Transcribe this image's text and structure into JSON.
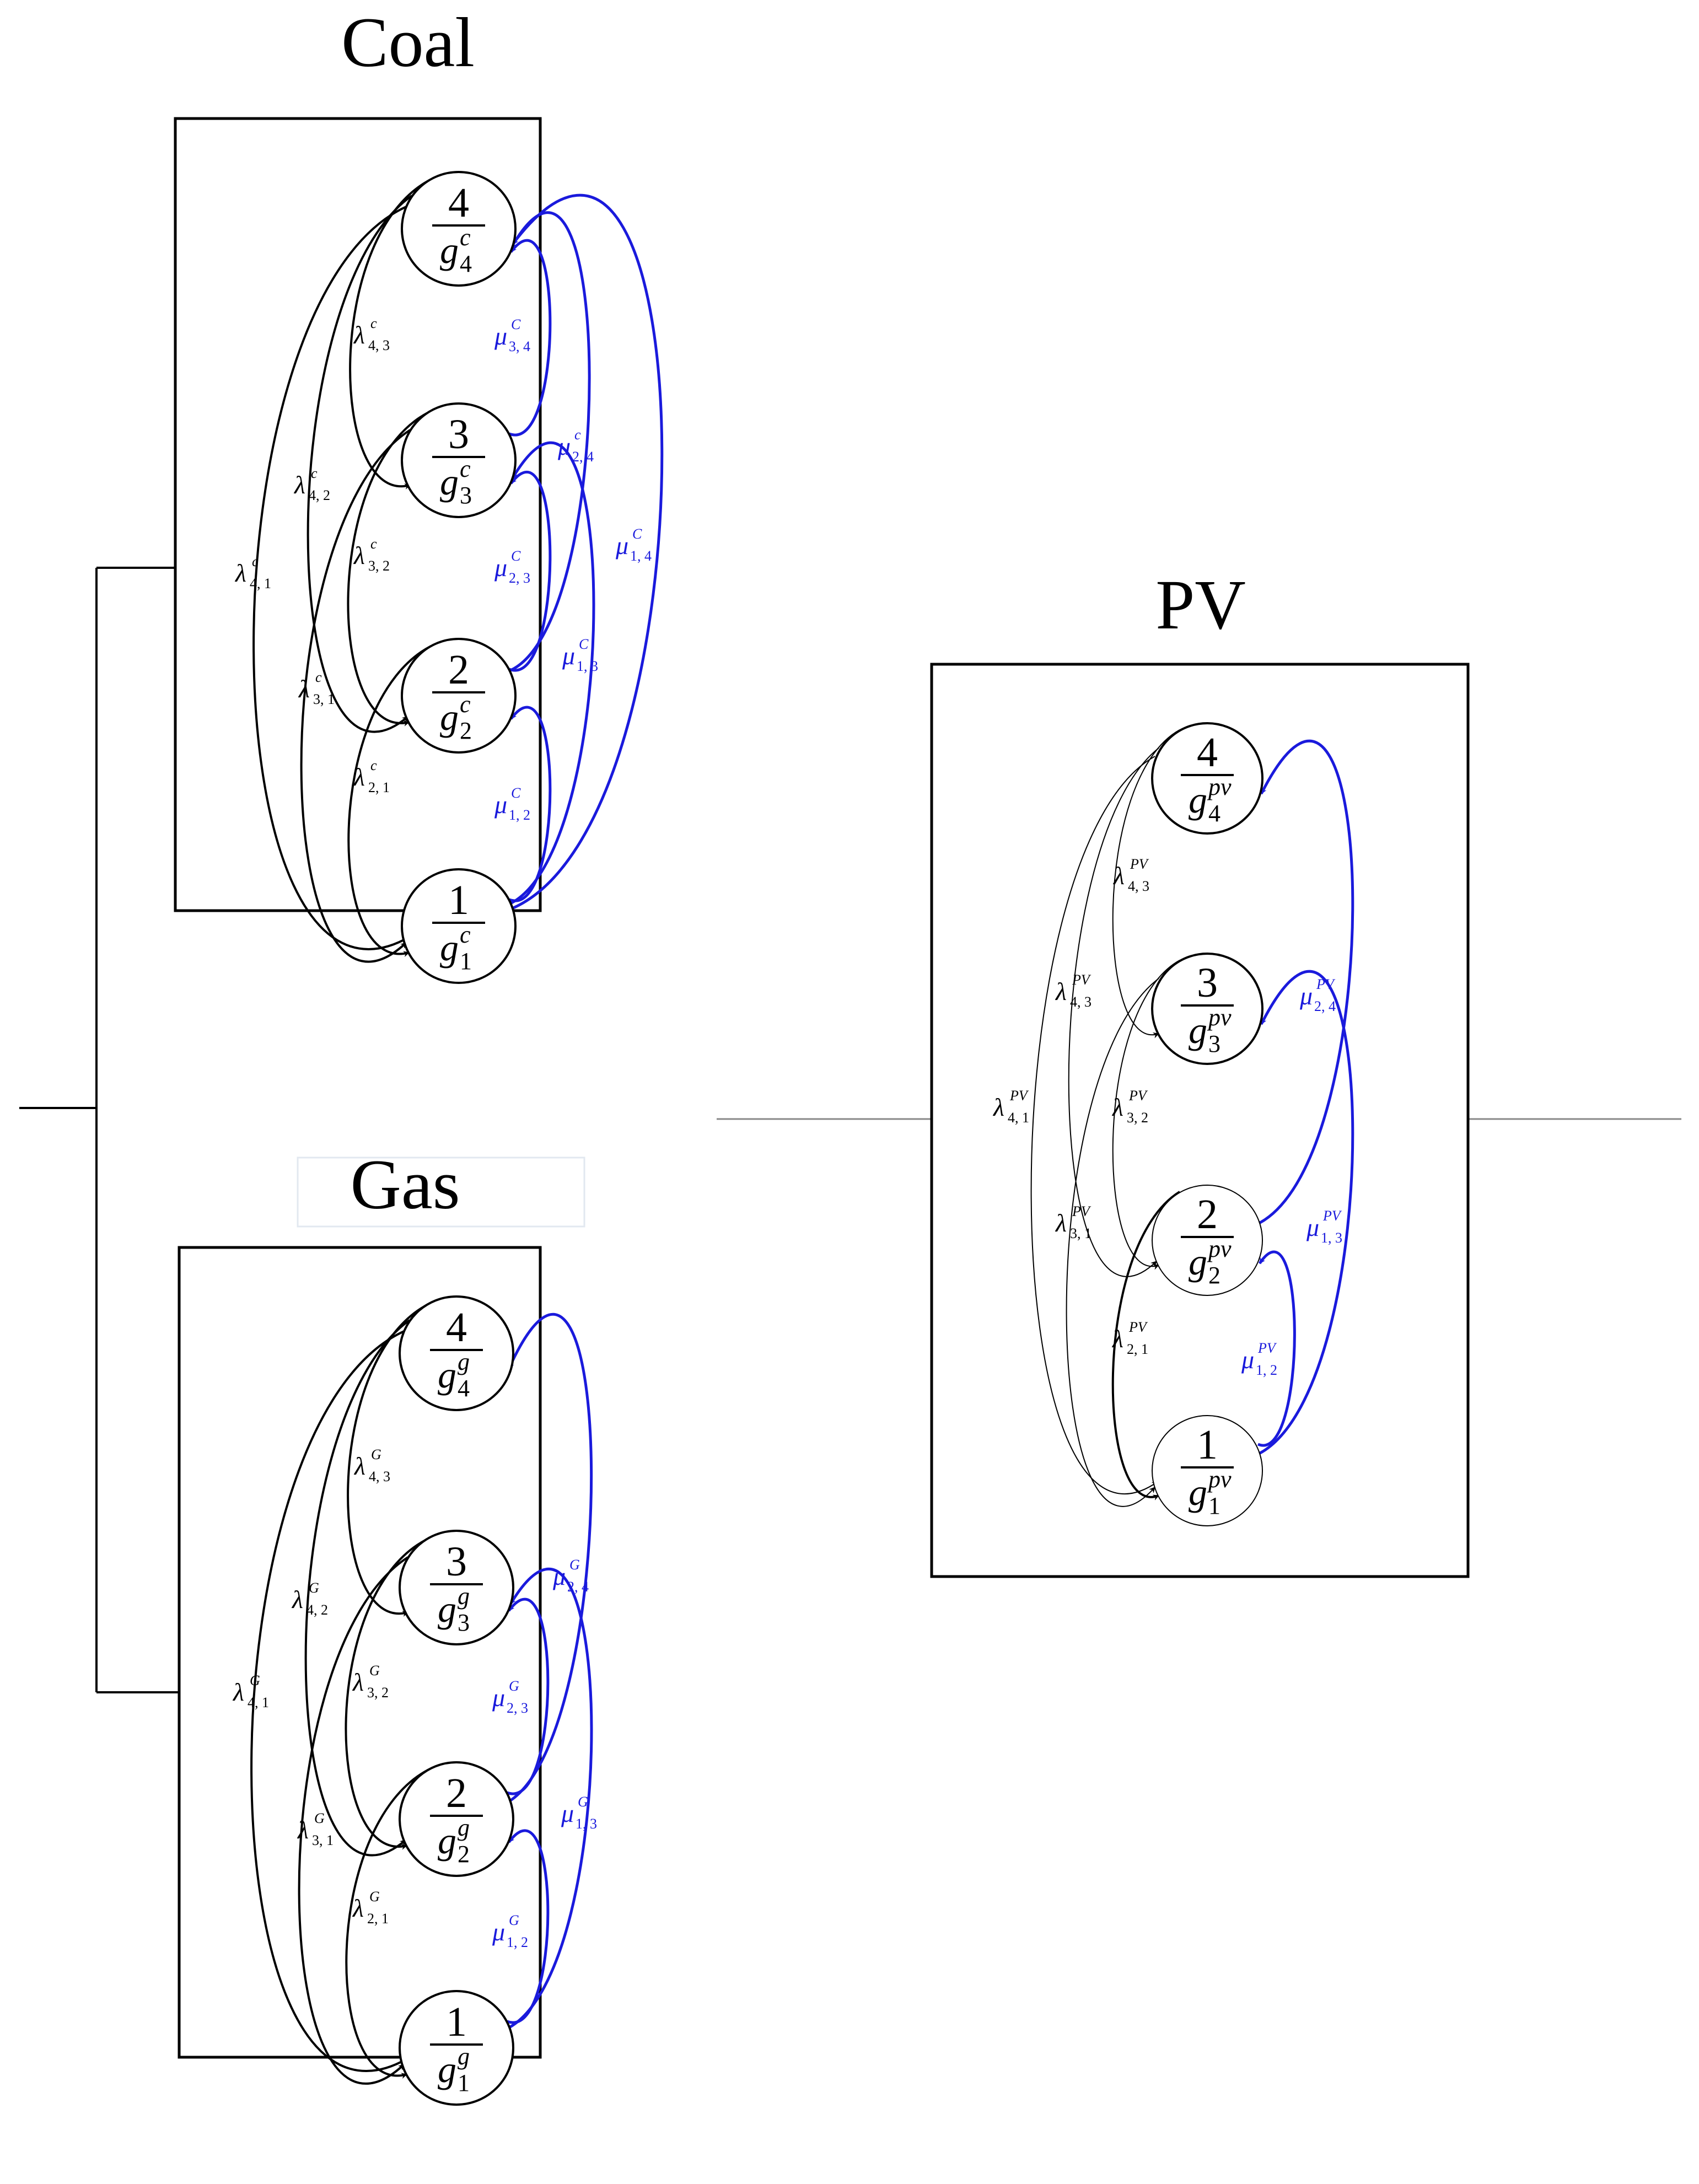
{
  "panels": [
    {
      "id": "coal",
      "title": "Coal",
      "state_symbol": "g",
      "state_superscript": "c",
      "states": [
        {
          "num": "4",
          "sub": "4"
        },
        {
          "num": "3",
          "sub": "3"
        },
        {
          "num": "2",
          "sub": "2"
        },
        {
          "num": "1",
          "sub": "1"
        }
      ],
      "failure_transitions": [
        {
          "from": 4,
          "to": 3,
          "sym": "λ",
          "sup": "c",
          "sub": "4, 3"
        },
        {
          "from": 4,
          "to": 2,
          "sym": "λ",
          "sup": "c",
          "sub": "4, 2"
        },
        {
          "from": 4,
          "to": 1,
          "sym": "λ",
          "sup": "c",
          "sub": "4, 1"
        },
        {
          "from": 3,
          "to": 2,
          "sym": "λ",
          "sup": "c",
          "sub": "3, 2"
        },
        {
          "from": 3,
          "to": 1,
          "sym": "λ",
          "sup": "c",
          "sub": "3, 1"
        },
        {
          "from": 2,
          "to": 1,
          "sym": "λ",
          "sup": "c",
          "sub": "2, 1"
        }
      ],
      "repair_transitions": [
        {
          "from": 3,
          "to": 4,
          "sym": "μ",
          "sup": "C",
          "sub": "3, 4"
        },
        {
          "from": 2,
          "to": 4,
          "sym": "μ",
          "sup": "c",
          "sub": "2, 4"
        },
        {
          "from": 2,
          "to": 3,
          "sym": "μ",
          "sup": "C",
          "sub": "2, 3"
        },
        {
          "from": 1,
          "to": 4,
          "sym": "μ",
          "sup": "C",
          "sub": "1, 4"
        },
        {
          "from": 1,
          "to": 3,
          "sym": "μ",
          "sup": "C",
          "sub": "1, 3"
        },
        {
          "from": 1,
          "to": 2,
          "sym": "μ",
          "sup": "C",
          "sub": "1, 2"
        }
      ]
    },
    {
      "id": "gas",
      "title": "Gas",
      "state_symbol": "g",
      "state_superscript": "g",
      "states": [
        {
          "num": "4",
          "sub": "4"
        },
        {
          "num": "3",
          "sub": "3"
        },
        {
          "num": "2",
          "sub": "2"
        },
        {
          "num": "1",
          "sub": "1"
        }
      ],
      "failure_transitions": [
        {
          "from": 4,
          "to": 3,
          "sym": "λ",
          "sup": "G",
          "sub": "4, 3"
        },
        {
          "from": 4,
          "to": 2,
          "sym": "λ",
          "sup": "G",
          "sub": "4, 2"
        },
        {
          "from": 4,
          "to": 1,
          "sym": "λ",
          "sup": "G",
          "sub": "4, 1"
        },
        {
          "from": 3,
          "to": 2,
          "sym": "λ",
          "sup": "G",
          "sub": "3, 2"
        },
        {
          "from": 3,
          "to": 1,
          "sym": "λ",
          "sup": "G",
          "sub": "3, 1"
        },
        {
          "from": 2,
          "to": 1,
          "sym": "λ",
          "sup": "G",
          "sub": "2, 1"
        }
      ],
      "repair_transitions": [
        {
          "from": 2,
          "to": 4,
          "sym": "μ",
          "sup": "G",
          "sub": "2, 4"
        },
        {
          "from": 2,
          "to": 3,
          "sym": "μ",
          "sup": "G",
          "sub": "2, 3"
        },
        {
          "from": 1,
          "to": 3,
          "sym": "μ",
          "sup": "G",
          "sub": "1, 3"
        },
        {
          "from": 1,
          "to": 2,
          "sym": "μ",
          "sup": "G",
          "sub": "1, 2"
        }
      ]
    },
    {
      "id": "pv",
      "title": "PV",
      "state_symbol": "g",
      "state_superscript": "pv",
      "states": [
        {
          "num": "4",
          "sub": "4"
        },
        {
          "num": "3",
          "sub": "3"
        },
        {
          "num": "2",
          "sub": "2"
        },
        {
          "num": "1",
          "sub": "1"
        }
      ],
      "failure_transitions": [
        {
          "from": 4,
          "to": 3,
          "sym": "λ",
          "sup": "PV",
          "sub": "4, 3"
        },
        {
          "from": 4,
          "to": 2,
          "sym": "λ",
          "sup": "PV",
          "sub": "4, 3"
        },
        {
          "from": 4,
          "to": 1,
          "sym": "λ",
          "sup": "PV",
          "sub": "4, 1"
        },
        {
          "from": 3,
          "to": 2,
          "sym": "λ",
          "sup": "PV",
          "sub": "3, 2"
        },
        {
          "from": 3,
          "to": 1,
          "sym": "λ",
          "sup": "PV",
          "sub": "3, 1"
        },
        {
          "from": 2,
          "to": 1,
          "sym": "λ",
          "sup": "PV",
          "sub": "2, 1"
        }
      ],
      "repair_transitions": [
        {
          "from": 2,
          "to": 4,
          "sym": "μ",
          "sup": "PV",
          "sub": "2, 4"
        },
        {
          "from": 1,
          "to": 3,
          "sym": "μ",
          "sup": "PV",
          "sub": "1, 3"
        },
        {
          "from": 1,
          "to": 2,
          "sym": "μ",
          "sup": "PV",
          "sub": "1, 2"
        }
      ]
    }
  ],
  "colors": {
    "failure_arc": "#000000",
    "repair_arc": "#1a1adc",
    "frame": "#000000",
    "connector": "#000000",
    "connector_light": "#888888"
  }
}
